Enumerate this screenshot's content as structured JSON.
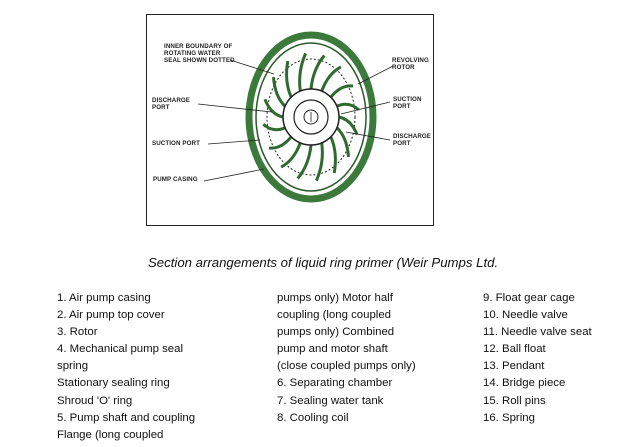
{
  "diagram": {
    "labels": {
      "inner_boundary": "INNER BOUNDARY OF\nROTATING WATER\nSEAL SHOWN DOTTED",
      "revolving_rotor": "REVOLVING\nROTOR",
      "discharge_port_left": "DISCHARGE\nPORT",
      "suction_port_right": "SUCTION\nPORT",
      "suction_port_left": "SUCTION PORT",
      "discharge_port_right": "DISCHARGE\nPORT",
      "pump_casing": "PUMP CASING"
    },
    "colors": {
      "casing": "#3c7a3c",
      "lines": "#222222"
    }
  },
  "caption": "Section arrangements of liquid ring primer (Weir Pumps Ltd.",
  "legend": {
    "col1": [
      "1. Air pump casing",
      "2. Air pump top cover",
      "3. Rotor",
      "4. Mechanical pump seal",
      "    spring",
      "    Stationary sealing ring",
      "    Shroud 'O' ring",
      "5. Pump shaft and coupling",
      "    Flange (long coupled"
    ],
    "col2": [
      "pumps only) Motor half",
      "coupling (long coupled",
      "pumps only) Combined",
      "pump and motor shaft",
      "(close coupled pumps only)",
      "6. Separating chamber",
      "7. Sealing water tank",
      "8. Cooling coil"
    ],
    "col3": [
      "9. Float gear cage",
      "10. Needle valve",
      "11. Needle valve seat",
      "12. Ball float",
      "13. Pendant",
      "14. Bridge piece",
      "15. Roll pins",
      "16. Spring"
    ]
  }
}
